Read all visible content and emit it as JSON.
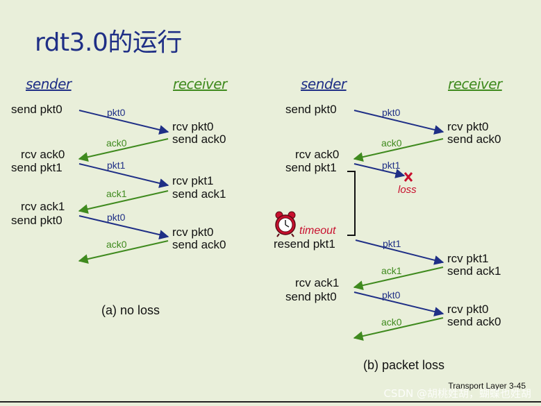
{
  "title": "rdt3.0的运行",
  "labels": {
    "sender": "sender",
    "receiver": "receiver",
    "loss": "loss",
    "timeout": "timeout"
  },
  "a": {
    "caption": "(a) no loss",
    "sender_events": [
      "send pkt0",
      "rcv ack0",
      "send pkt1",
      "rcv ack1",
      "send pkt0"
    ],
    "receiver_events": [
      "rcv pkt0",
      "send ack0",
      "rcv pkt1",
      "send ack1",
      "rcv pkt0",
      "send ack0"
    ],
    "messages": [
      "pkt0",
      "ack0",
      "pkt1",
      "ack1",
      "pkt0",
      "ack0"
    ]
  },
  "b": {
    "caption": "(b) packet loss",
    "sender_events": [
      "send pkt0",
      "rcv ack0",
      "send pkt1",
      "resend pkt1",
      "rcv ack1",
      "send pkt0"
    ],
    "receiver_events": [
      "rcv pkt0",
      "send ack0",
      "rcv pkt1",
      "send ack1",
      "rcv pkt0",
      "send ack0"
    ],
    "messages": [
      "pkt0",
      "ack0",
      "pkt1",
      "pkt1",
      "ack1",
      "pkt0",
      "ack0"
    ]
  },
  "footer": "Transport Layer  3-45",
  "watermark": "CSDN @胡桃姓胡，蝴蝶也姓胡",
  "colors": {
    "background": "#e9efda",
    "title": "#1f2f86",
    "pkt_arrow": "#1f2f86",
    "ack_arrow": "#3f8a1e",
    "loss": "#c8102e"
  },
  "icons": [
    "alarm-clock-icon",
    "loss-x-icon"
  ]
}
